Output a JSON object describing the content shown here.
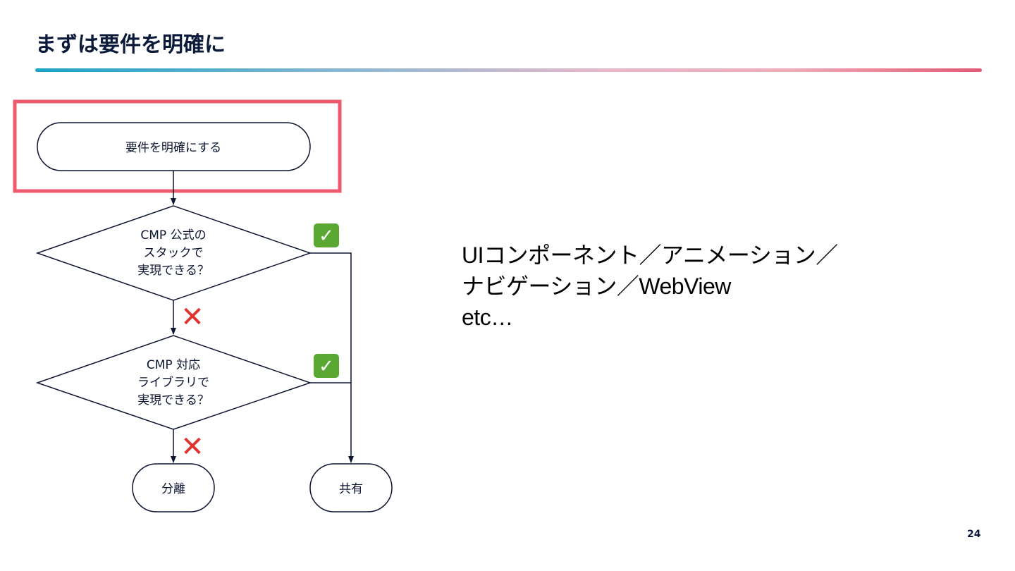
{
  "slide": {
    "title": "まずは要件を明確に",
    "page_number": "24"
  },
  "flowchart": {
    "start": "要件を明確にする",
    "decision1": [
      "CMP 公式の",
      "スタックで",
      "実現できる？"
    ],
    "decision2": [
      "CMP 対応",
      "ライブラリで",
      "実現できる？"
    ],
    "outcome_no": "分離",
    "outcome_yes": "共有",
    "yes_mark": "✓",
    "no_mark": "✕",
    "colors": {
      "highlight": "#ef5a6f",
      "stroke": "#0b1530",
      "yes": "#5aa832",
      "no": "#e0332f"
    }
  },
  "body": {
    "lines": [
      "UIコンポーネント／アニメーション／",
      "ナビゲーション／WebView",
      "etc…"
    ]
  }
}
